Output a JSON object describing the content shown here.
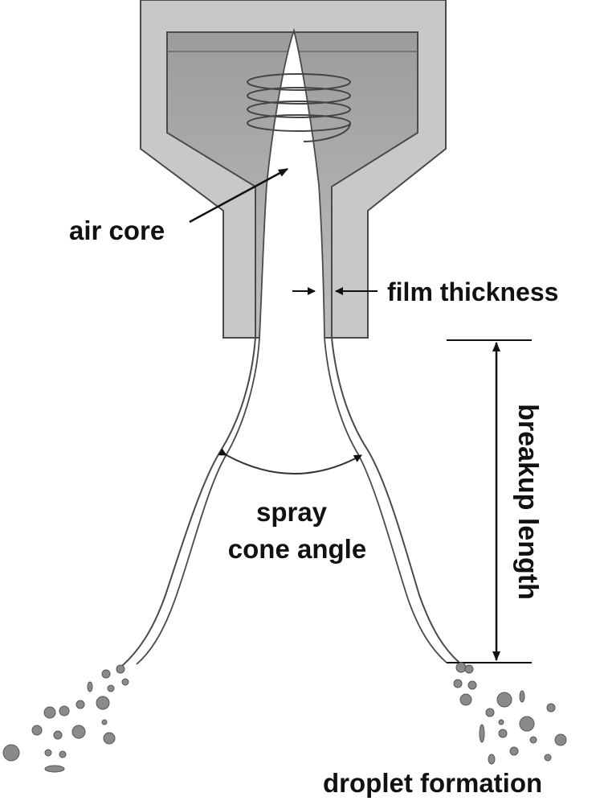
{
  "labels": {
    "air_core": "air core",
    "film_thickness": "film thickness",
    "breakup_length": "breakup length",
    "spray_line1": "spray",
    "spray_line2": "cone angle",
    "droplet_formation": "droplet formation"
  },
  "colors": {
    "nozzle_fill": "#c8c8c8",
    "chamber_fill": "#a9a9a9",
    "outline": "#4a4a4a",
    "droplet_fill": "#8a8a8a",
    "text": "#111111"
  }
}
